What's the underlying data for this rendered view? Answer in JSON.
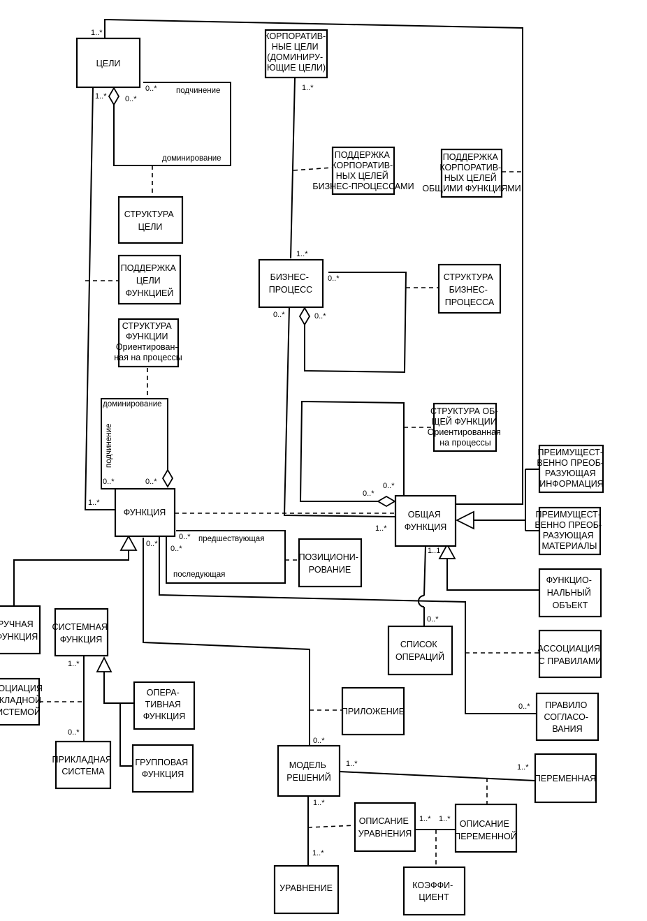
{
  "boxes": {
    "goals": [
      "ЦЕЛИ"
    ],
    "corporate_goals": [
      "КОРПОРАТИВ-",
      "НЫЕ ЦЕЛИ",
      "(ДОМИНИРУ-",
      "ЮЩИЕ ЦЕЛИ)"
    ],
    "support_bp": [
      "ПОДДЕРЖКА",
      "КОРПОРАТИВ-",
      "НЫХ ЦЕЛЕЙ",
      "БИЗНЕС-ПРОЦЕССАМИ"
    ],
    "support_gf": [
      "ПОДДЕРЖКА",
      "КОРПОРАТИВ-",
      "НЫХ ЦЕЛЕЙ",
      "ОБЩИМИ ФУНКЦИЯМИ"
    ],
    "goal_structure": [
      "СТРУКТУРА",
      "ЦЕЛИ"
    ],
    "goal_support_function": [
      "ПОДДЕРЖКА",
      "ЦЕЛИ",
      "ФУНКЦИЕЙ"
    ],
    "business_process": [
      "БИЗНЕС-",
      "ПРОЦЕСС"
    ],
    "bp_structure": [
      "СТРУКТУРА",
      "БИЗНЕС-",
      "ПРОЦЕССА"
    ],
    "function_structure": [
      "СТРУКТУРА",
      "ФУНКЦИИ",
      "Ориентирован-",
      "ная на процессы"
    ],
    "general_function_structure": [
      "СТРУКТУРА ОБ-",
      "ЩЕЙ ФУНКЦИИ",
      "Ориентированная",
      "на процессы"
    ],
    "info_transform": [
      "ПРЕИМУЩЕСТ-",
      "ВЕННО ПРЕОБ-",
      "РАЗУЮЩАЯ",
      "ИНФОРМАЦИЯ"
    ],
    "material_transform": [
      "ПРЕИМУЩЕСТ-",
      "ВЕННО ПРЕОБ-",
      "РАЗУЮЩАЯ",
      "МАТЕРИАЛЫ"
    ],
    "function": [
      "ФУНКЦИЯ"
    ],
    "general_function": [
      "ОБЩАЯ",
      "ФУНКЦИЯ"
    ],
    "positioning": [
      "ПОЗИЦИОНИ-",
      "РОВАНИЕ"
    ],
    "functional_object": [
      "ФУНКЦИО-",
      "НАЛЬНЫЙ",
      "ОБЪЕКТ"
    ],
    "manual_function": [
      "РУЧНАЯ",
      "ФУНКЦИЯ"
    ],
    "system_function": [
      "СИСТЕМНАЯ",
      "ФУНКЦИЯ"
    ],
    "operations_list": [
      "СПИСОК",
      "ОПЕРАЦИЙ"
    ],
    "rules_association": [
      "АССОЦИАЦИЯ",
      "С ПРАВИЛАМИ"
    ],
    "app_association": [
      "ССОЦИАЦИЯ",
      "РИКЛАДНОЙ",
      "СИСТЕМОЙ"
    ],
    "operative_function": [
      "ОПЕРА-",
      "ТИВНАЯ",
      "ФУНКЦИЯ"
    ],
    "application": [
      "ПРИЛОЖЕНИЕ"
    ],
    "agreement_rule": [
      "ПРАВИЛО",
      "СОГЛАСО-",
      "ВАНИЯ"
    ],
    "application_system": [
      "ПРИКЛАДНАЯ",
      "СИСТЕМА"
    ],
    "group_function": [
      "ГРУППОВАЯ",
      "ФУНКЦИЯ"
    ],
    "decision_model": [
      "МОДЕЛЬ",
      "РЕШЕНИЙ"
    ],
    "variable": [
      "ПЕРЕМЕННАЯ"
    ],
    "equation_description": [
      "ОПИСАНИЕ",
      "УРАВНЕНИЯ"
    ],
    "variable_description": [
      "ОПИСАНИЕ",
      "ПЕРЕМЕННОЙ"
    ],
    "equation": [
      "УРАВНЕНИЕ"
    ],
    "coefficient": [
      "КОЭФФИ-",
      "ЦИЕНТ"
    ]
  },
  "labels": {
    "goals_top_mult": "1..*",
    "goals_left_mult": "1..*",
    "goals_sub_mult_a": "0..*",
    "goals_sub_mult_b": "0..*",
    "subordination_top": "подчинение",
    "domination_top": "доминирование",
    "corporate_mult": "1..*",
    "bp_top_mult": "1..*",
    "bp_right_mult": "0..*",
    "bp_left_mult": "0..*",
    "bp_agg_mult": "0..*",
    "domination_func": "доминирование",
    "subordination_func": "подчинение",
    "func_sub_mult": "0..*",
    "func_dom_mult": "0..*",
    "func_left_mult": "1..*",
    "gf_agg_mult_a": "0..*",
    "gf_agg_mult_b": "0..*",
    "gf_left_mult": "1..*",
    "gf_bottom_mult": "1..1",
    "predecessor_mult": "0..*",
    "predecessor": "предшествующая",
    "successor_mult": "0..*",
    "successor": "последующая",
    "func_dm_mult": "0..*",
    "oplist_mult": "0..*",
    "rule_mult": "0..*",
    "sysfunc_mult": "1..*",
    "appsys_mult": "0..*",
    "dm_mult": "0..*",
    "dm_var_mult": "1..*",
    "var_mult": "1..*",
    "dm_eq_mult": "1..*",
    "eq_mult": "1..*",
    "eqd_mult": "1..*",
    "vard_mult": "1..*"
  }
}
